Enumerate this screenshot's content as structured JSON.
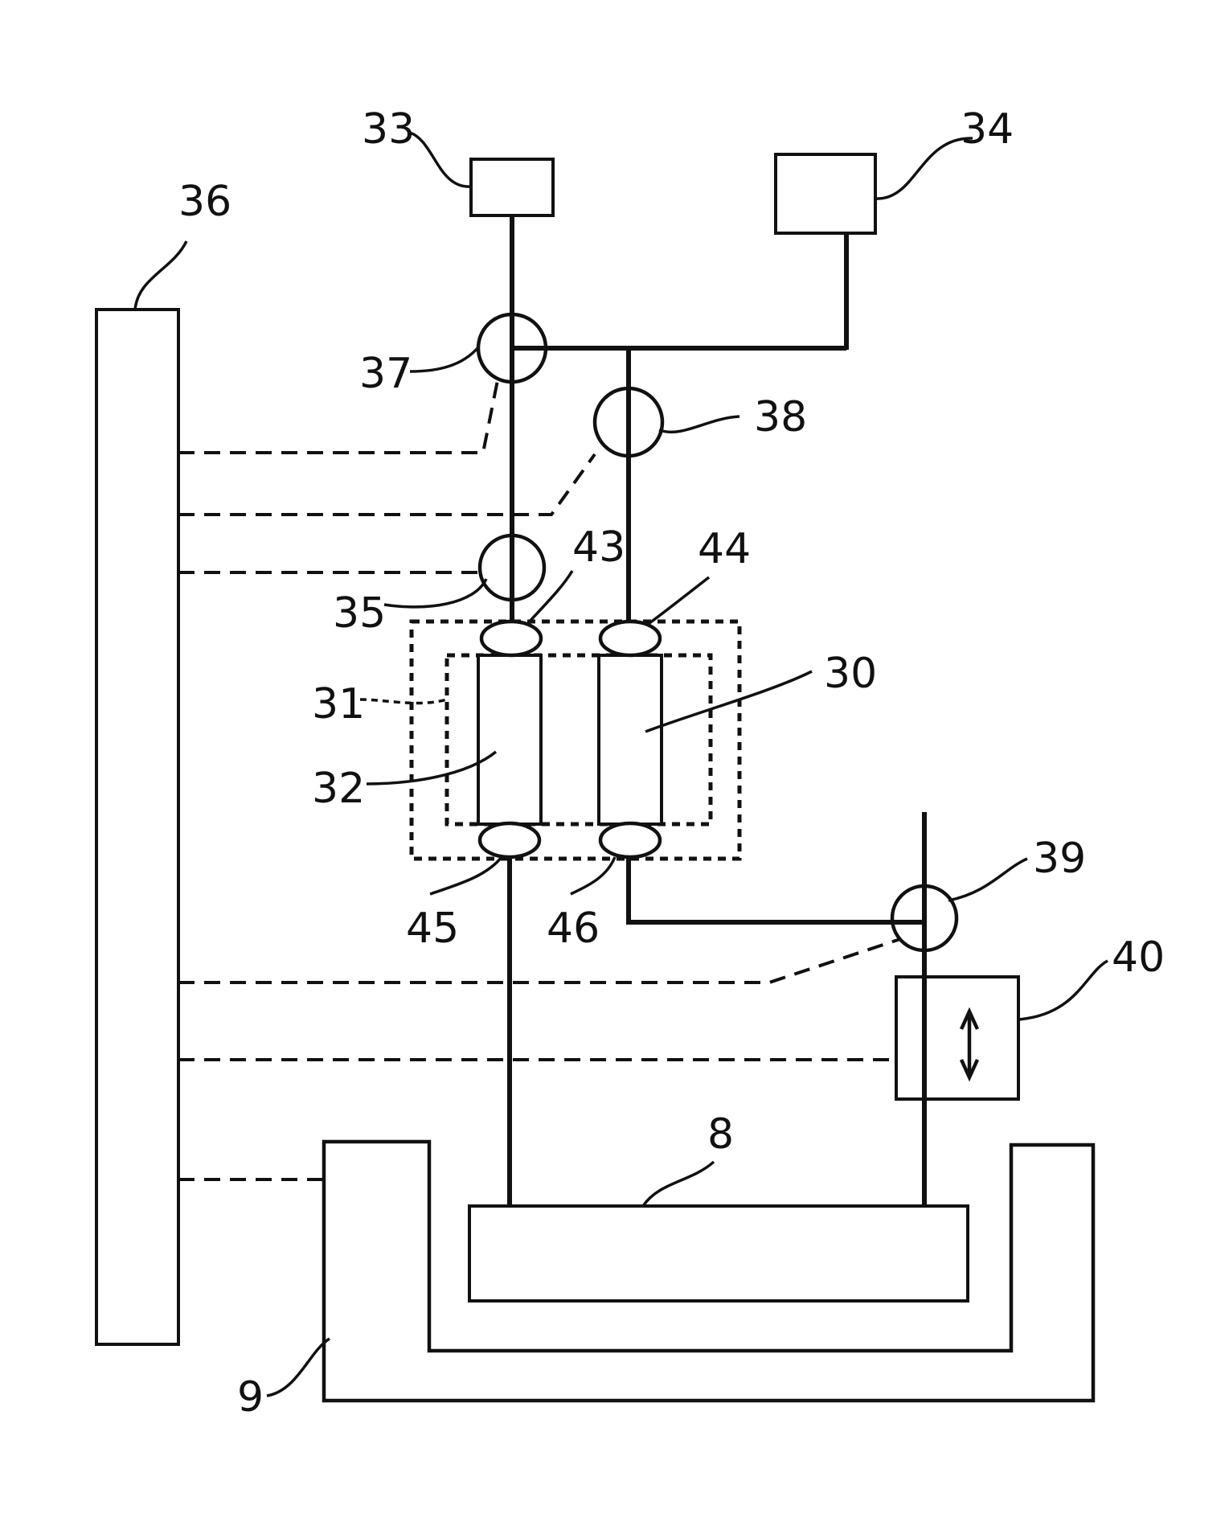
{
  "labels": {
    "n33": "33",
    "n34": "34",
    "n36": "36",
    "n37": "37",
    "n38": "38",
    "n43": "43",
    "n44": "44",
    "n35": "35",
    "n30": "30",
    "n31": "31",
    "n32": "32",
    "n39": "39",
    "n45": "45",
    "n46": "46",
    "n40": "40",
    "n8": "8",
    "n9": "9"
  },
  "colors": {
    "ink": "#111111",
    "background": "#ffffff"
  },
  "icons": {
    "actuator_symbol": "double-arrow-vertical-icon"
  }
}
